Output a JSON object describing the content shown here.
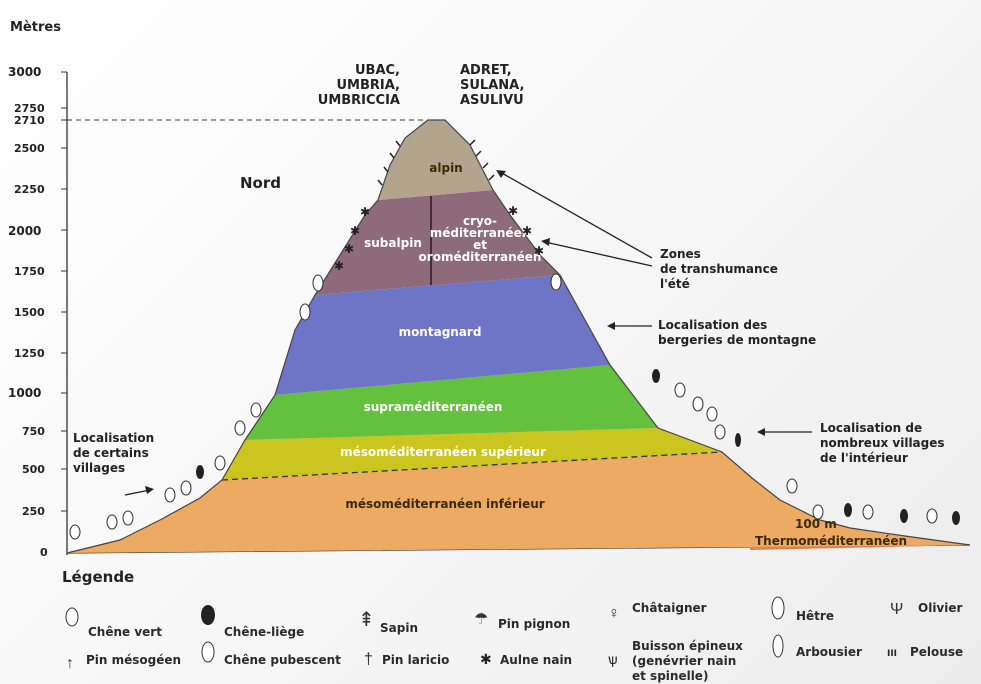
{
  "axis": {
    "unit": "Mètres",
    "ticks": [
      "3000",
      "2750",
      "2710",
      "2500",
      "2250",
      "2000",
      "1750",
      "1500",
      "1250",
      "1000",
      "750",
      "500",
      "250",
      "0"
    ]
  },
  "slopes": {
    "north_label": "Nord",
    "ubac": [
      "UBAC,",
      "UMBRIA,",
      "UMBRICCIA"
    ],
    "adret": [
      "ADRET,",
      "SULANA,",
      "ASULIVU"
    ]
  },
  "zones": {
    "alpin": "alpin",
    "subalpin": "subalpin",
    "cryo": [
      "cryo-",
      "méditerranéen",
      "et",
      "oroméditerranéen"
    ],
    "montagnard": "montagnard",
    "supra": "supraméditerranéen",
    "meso_sup": "mésoméditerranéen supérieur",
    "meso_inf": "mésoméditerranéen inférieur",
    "thermo": "Thermoméditerranéen",
    "thermo_height": "100 m"
  },
  "annotations": {
    "villages_left": [
      "Localisation",
      "de certains",
      "villages"
    ],
    "transhumance": [
      "Zones",
      "de transhumance",
      "l'été"
    ],
    "bergeries": [
      "Localisation des",
      "bergeries de montagne"
    ],
    "villages_right": [
      "Localisation de",
      "nombreux villages",
      "de l'intérieur"
    ]
  },
  "legend": {
    "title": "Légende",
    "items": [
      {
        "icon": "chene-vert-icon",
        "label": "Chêne vert"
      },
      {
        "icon": "chene-liege-icon",
        "label": "Chêne-liège"
      },
      {
        "icon": "sapin-icon",
        "label": "Sapin"
      },
      {
        "icon": "pin-pignon-icon",
        "label": "Pin pignon"
      },
      {
        "icon": "chataigner-icon",
        "label": "Châtaigner"
      },
      {
        "icon": "hetre-icon",
        "label": "Hêtre"
      },
      {
        "icon": "olivier-icon",
        "label": "Olivier"
      },
      {
        "icon": "pin-mesogeen-icon",
        "label": "Pin mésogéen"
      },
      {
        "icon": "chene-pubescent-icon",
        "label": "Chêne pubescent"
      },
      {
        "icon": "pin-laricio-icon",
        "label": "Pin laricio"
      },
      {
        "icon": "aulne-nain-icon",
        "label": "Aulne nain"
      },
      {
        "icon": "buisson-epineux-icon",
        "label": [
          "Buisson épineux",
          "(genévrier nain",
          "et spinelle)"
        ]
      },
      {
        "icon": "arbousier-icon",
        "label": "Arbousier"
      },
      {
        "icon": "pelouse-icon",
        "label": "Pelouse"
      }
    ]
  },
  "colors": {
    "alpin": "#b3a48d",
    "subalpin": "#8e6b7a",
    "montagnard": "#6e74c6",
    "supra": "#63c13d",
    "meso_sup": "#cbc51f",
    "meso_inf": "#ecaa62",
    "thermo": "#e27f4c"
  }
}
